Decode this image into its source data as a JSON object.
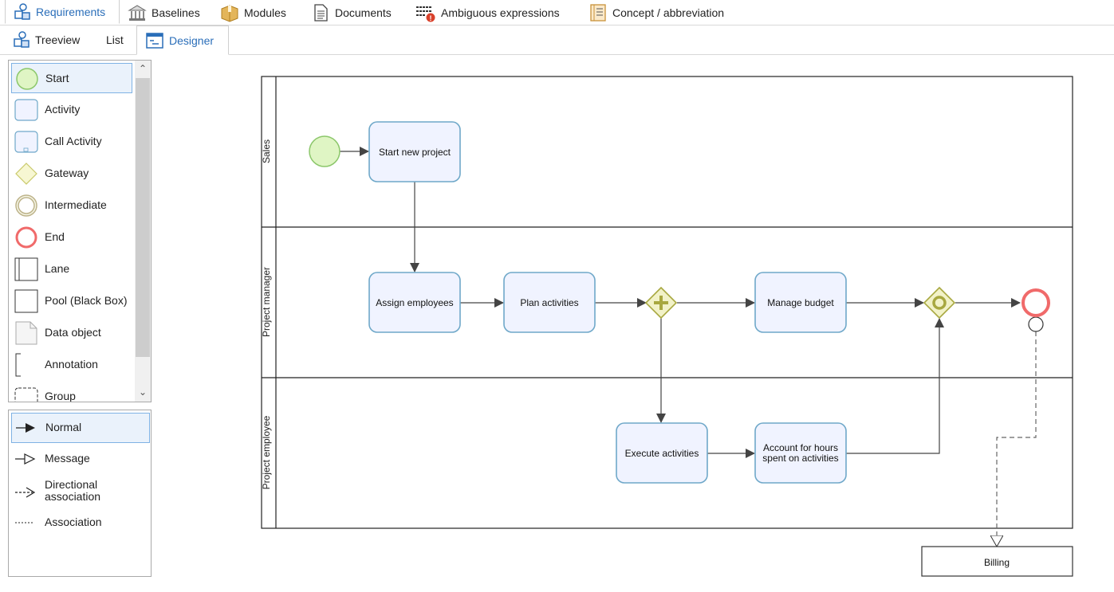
{
  "top_tabs": [
    {
      "label": "Requirements",
      "icon": "requirements-icon",
      "active": true
    },
    {
      "label": "Baselines",
      "icon": "baselines-icon"
    },
    {
      "label": "Modules",
      "icon": "modules-icon"
    },
    {
      "label": "Documents",
      "icon": "documents-icon"
    },
    {
      "label": "Ambiguous expressions",
      "icon": "ambiguous-expressions-icon"
    },
    {
      "label": "Concept / abbreviation",
      "icon": "concept-abbreviation-icon"
    }
  ],
  "sub_tabs": [
    {
      "label": "Treeview",
      "icon": "treeview-icon"
    },
    {
      "label": "List"
    },
    {
      "label": "Designer",
      "icon": "designer-icon",
      "active": true
    }
  ],
  "palette": {
    "items": [
      {
        "label": "Start",
        "icon": "start-event-icon",
        "selected": true
      },
      {
        "label": "Activity",
        "icon": "activity-icon"
      },
      {
        "label": "Call Activity",
        "icon": "call-activity-icon"
      },
      {
        "label": "Gateway",
        "icon": "gateway-icon"
      },
      {
        "label": "Intermediate",
        "icon": "intermediate-event-icon"
      },
      {
        "label": "End",
        "icon": "end-event-icon"
      },
      {
        "label": "Lane",
        "icon": "lane-icon"
      },
      {
        "label": "Pool (Black Box)",
        "icon": "pool-icon"
      },
      {
        "label": "Data object",
        "icon": "data-object-icon"
      },
      {
        "label": "Annotation",
        "icon": "annotation-icon"
      },
      {
        "label": "Group",
        "icon": "group-icon"
      }
    ]
  },
  "connectors": {
    "items": [
      {
        "label": "Normal",
        "icon": "normal-flow-icon",
        "selected": true
      },
      {
        "label": "Message",
        "icon": "message-flow-icon"
      },
      {
        "label": "Directional association",
        "line1": "Directional",
        "line2": "association",
        "icon": "directional-association-icon"
      },
      {
        "label": "Association",
        "icon": "association-icon"
      }
    ]
  },
  "diagram": {
    "lanes": [
      "Sales",
      "Project manager",
      "Project employee"
    ],
    "tasks": {
      "start_new_project": "Start new project",
      "assign_employees": "Assign employees",
      "plan_activities": "Plan activities",
      "manage_budget": "Manage budget",
      "execute_activities": "Execute activities",
      "account_line1": "Account for hours",
      "account_line2": "spent on activities"
    },
    "billing": "Billing",
    "colors": {
      "task_fill": "#f0f3ff",
      "task_stroke": "#6fa8c9",
      "start_fill": "#dff5c4",
      "start_stroke": "#8cc76b",
      "end_stroke": "#f06a6a",
      "gateway_fill": "#f2f2c8",
      "gateway_stroke": "#a8a840"
    }
  }
}
